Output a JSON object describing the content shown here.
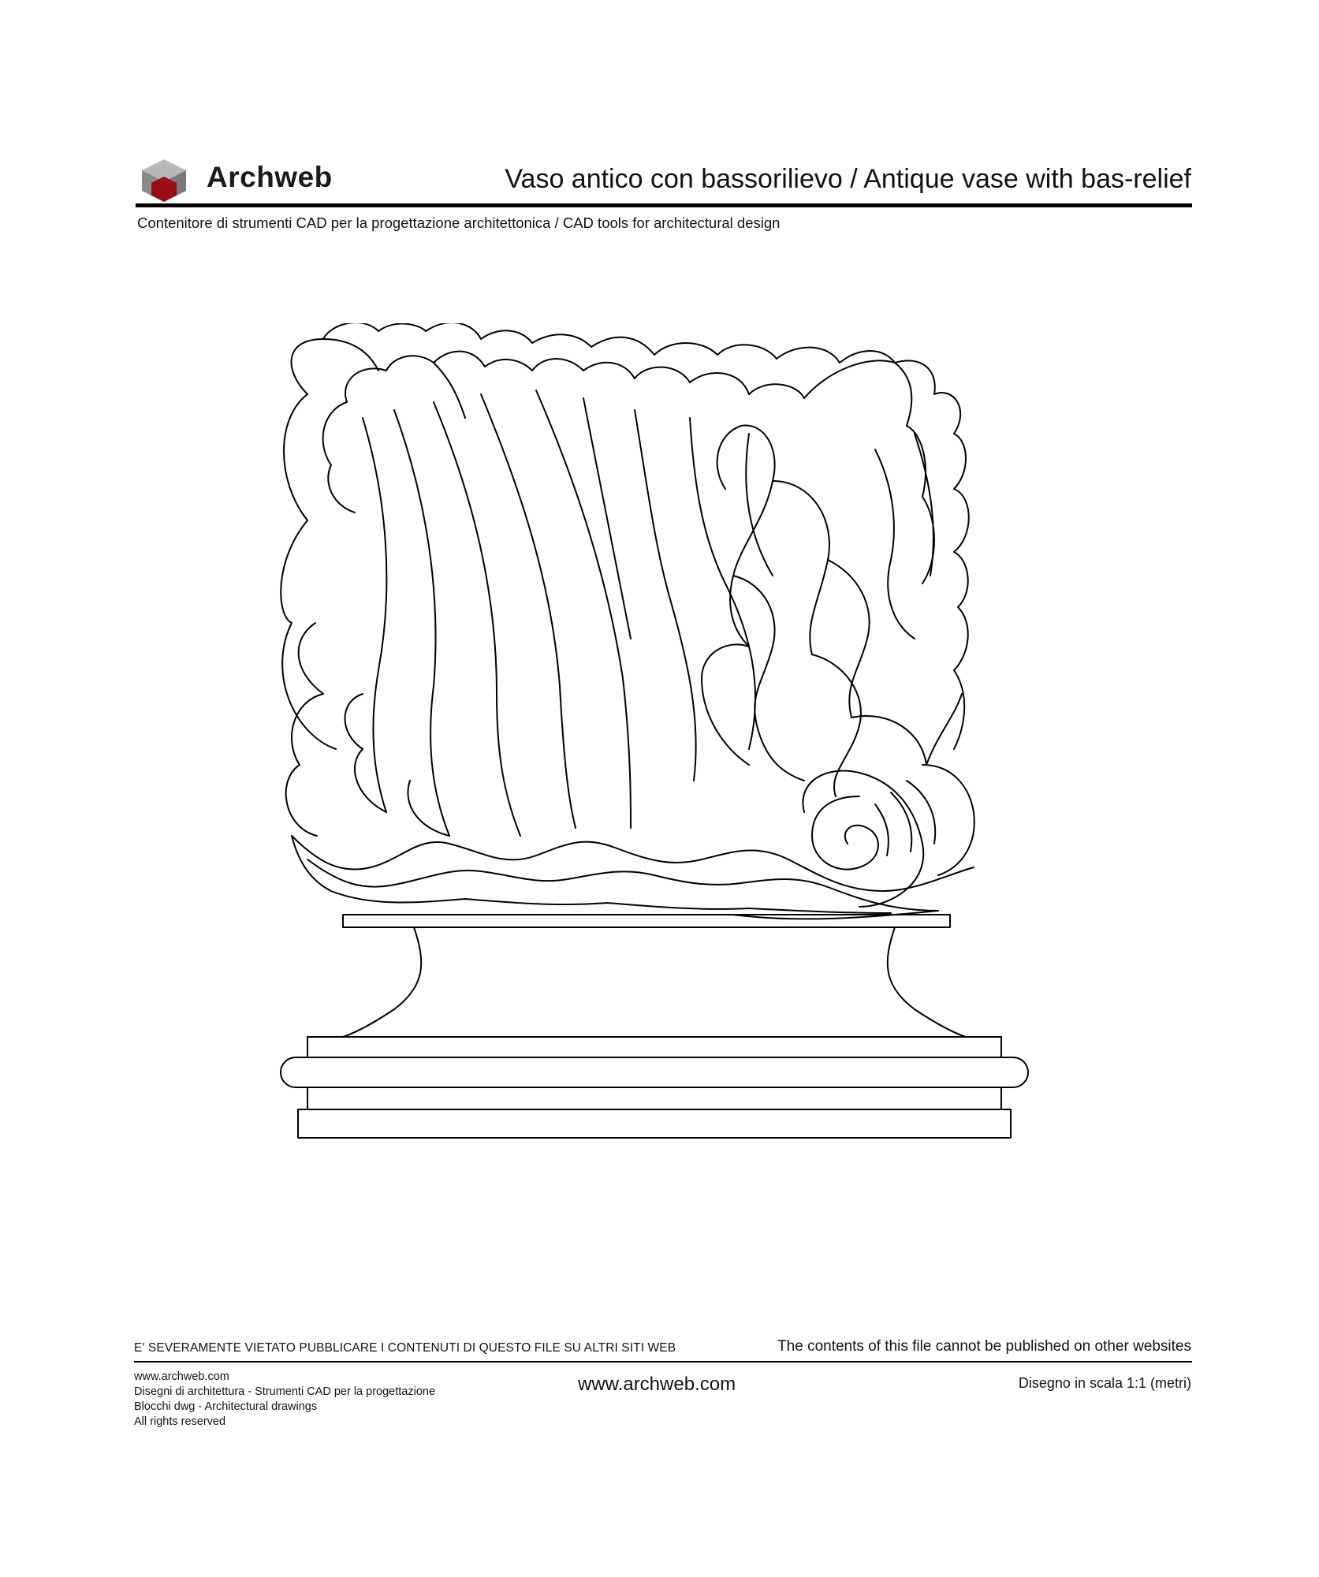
{
  "header": {
    "brand": "Archweb",
    "title": "Vaso antico con bassorilievo / Antique vase with bas-relief",
    "subtitle": "Contenitore di strumenti CAD per la progettazione architettonica  /  CAD tools for architectural design"
  },
  "footer": {
    "notice_it": "E' SEVERAMENTE VIETATO PUBBLICARE I CONTENUTI DI QUESTO FILE SU ALTRI SITI WEB",
    "notice_en": "The contents of this file cannot be published on other websites",
    "lines": [
      "www.archweb.com",
      "Disegni di architettura - Strumenti CAD  per la progettazione",
      "Blocchi dwg - Architectural drawings",
      "All rights reserved"
    ],
    "site": "www.archweb.com",
    "scale": "Disegno in scala 1:1 (metri)"
  },
  "colors": {
    "logo_top": "#b8b8b8",
    "logo_left": "#8a8a8a",
    "logo_right": "#7a7a7a",
    "logo_accent": "#9b0d12"
  }
}
